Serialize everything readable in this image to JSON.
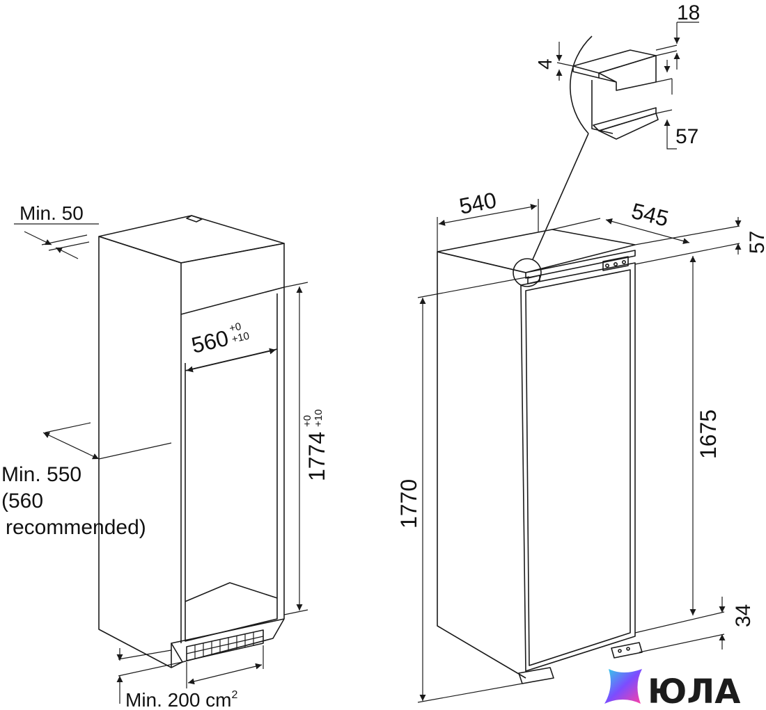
{
  "labels": {
    "min50": "Min. 50",
    "min550": "Min. 550",
    "rec_line1": "(560",
    "rec_line2": "recommended)",
    "width560": "560",
    "width560_tol_top": "+0",
    "width560_tol_bottom": "+10",
    "height1774": "1774",
    "height1774_tol_top": "+0",
    "height1774_tol_bottom": "+10",
    "min200": "Min. 200 cm",
    "min200_sup": "2",
    "d540": "540",
    "d545": "545",
    "d57_right": "57",
    "d1770": "1770",
    "d1675": "1675",
    "d34": "34",
    "d18": "18",
    "d4": "4",
    "d57_detail": "57"
  },
  "logo": {
    "text": "ЮЛА",
    "colors": [
      "#2fd3e8",
      "#7b4dff",
      "#ff3fa4"
    ]
  },
  "colors": {
    "line": "#1a1a1a",
    "background": "#ffffff"
  }
}
